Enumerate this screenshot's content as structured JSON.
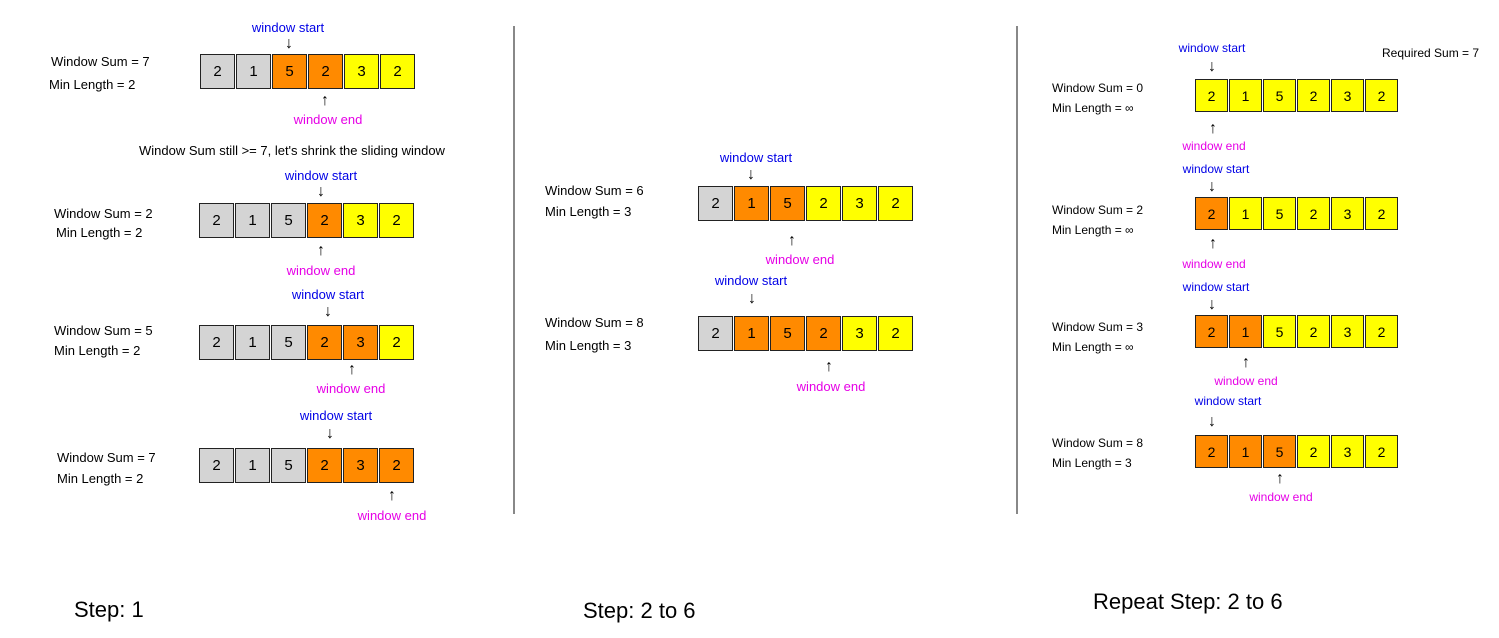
{
  "colors": {
    "grey": "#d4d4d4",
    "orange": "#ff8a00",
    "yellow": "#ffff00",
    "start": "#0000e6",
    "end": "#e600e6"
  },
  "labels": {
    "window_start": "window start",
    "window_end": "window end",
    "shrink_note": "Window Sum still >= 7, let's shrink the sliding window",
    "required_sum": "Required Sum = 7"
  },
  "steps": {
    "s1": "Step: 1",
    "s2": "Step: 2 to 6",
    "s3": "Repeat Step: 2 to 6"
  },
  "array": [
    "2",
    "1",
    "5",
    "2",
    "3",
    "2"
  ],
  "panels": [
    {
      "rows": [
        {
          "sum": "Window Sum = 7",
          "len": "Min Length = 2",
          "colors": [
            "grey",
            "grey",
            "orange",
            "orange",
            "yellow",
            "yellow"
          ]
        },
        {
          "sum": "Window Sum = 2",
          "len": "Min Length = 2",
          "colors": [
            "grey",
            "grey",
            "grey",
            "orange",
            "yellow",
            "yellow"
          ]
        },
        {
          "sum": "Window Sum = 5",
          "len": "Min Length = 2",
          "colors": [
            "grey",
            "grey",
            "grey",
            "orange",
            "orange",
            "yellow"
          ]
        },
        {
          "sum": "Window Sum = 7",
          "len": "Min Length = 2",
          "colors": [
            "grey",
            "grey",
            "grey",
            "orange",
            "orange",
            "orange"
          ]
        }
      ]
    },
    {
      "rows": [
        {
          "sum": "Window Sum = 6",
          "len": "Min Length = 3",
          "colors": [
            "grey",
            "orange",
            "orange",
            "yellow",
            "yellow",
            "yellow"
          ]
        },
        {
          "sum": "Window Sum = 8",
          "len": "Min Length = 3",
          "colors": [
            "grey",
            "orange",
            "orange",
            "orange",
            "yellow",
            "yellow"
          ]
        }
      ]
    },
    {
      "rows": [
        {
          "sum": "Window Sum = 0",
          "len": "Min Length = ∞",
          "colors": [
            "yellow",
            "yellow",
            "yellow",
            "yellow",
            "yellow",
            "yellow"
          ]
        },
        {
          "sum": "Window Sum = 2",
          "len": "Min Length = ∞",
          "colors": [
            "orange",
            "yellow",
            "yellow",
            "yellow",
            "yellow",
            "yellow"
          ]
        },
        {
          "sum": "Window Sum = 3",
          "len": "Min Length = ∞",
          "colors": [
            "orange",
            "orange",
            "yellow",
            "yellow",
            "yellow",
            "yellow"
          ]
        },
        {
          "sum": "Window Sum = 8",
          "len": "Min Length = 3",
          "colors": [
            "orange",
            "orange",
            "orange",
            "yellow",
            "yellow",
            "yellow"
          ]
        }
      ]
    }
  ]
}
